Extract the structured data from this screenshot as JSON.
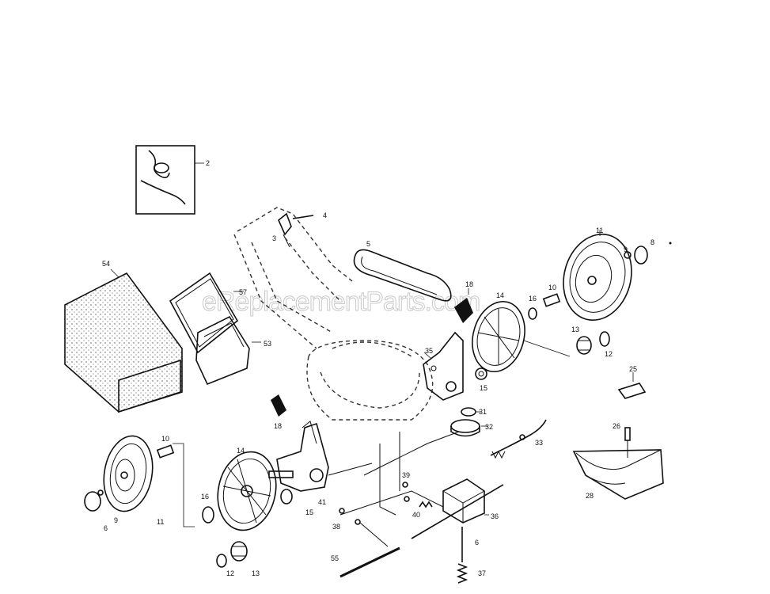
{
  "watermark": "eReplacementParts.com",
  "callouts": [
    {
      "id": "c2",
      "text": "2"
    },
    {
      "id": "c3",
      "text": "3"
    },
    {
      "id": "c4",
      "text": "4"
    },
    {
      "id": "c5",
      "text": "5"
    },
    {
      "id": "c54",
      "text": "54"
    },
    {
      "id": "c57",
      "text": "57"
    },
    {
      "id": "c53",
      "text": "53"
    },
    {
      "id": "c18a",
      "text": "18"
    },
    {
      "id": "c35",
      "text": "35"
    },
    {
      "id": "c15a",
      "text": "15"
    },
    {
      "id": "c31",
      "text": "31"
    },
    {
      "id": "c32",
      "text": "32"
    },
    {
      "id": "c33",
      "text": "33"
    },
    {
      "id": "c11a",
      "text": "11"
    },
    {
      "id": "c9a",
      "text": "9"
    },
    {
      "id": "c8",
      "text": "8"
    },
    {
      "id": "c10a",
      "text": "10"
    },
    {
      "id": "c16a",
      "text": "16"
    },
    {
      "id": "c14a",
      "text": "14"
    },
    {
      "id": "c13a",
      "text": "13"
    },
    {
      "id": "c12a",
      "text": "12"
    },
    {
      "id": "c25",
      "text": "25"
    },
    {
      "id": "c26",
      "text": "26"
    },
    {
      "id": "c28",
      "text": "28"
    },
    {
      "id": "c10b",
      "text": "10"
    },
    {
      "id": "c11b",
      "text": "11"
    },
    {
      "id": "c6a",
      "text": "6"
    },
    {
      "id": "c9b",
      "text": "9"
    },
    {
      "id": "c18b",
      "text": "18"
    },
    {
      "id": "c14b",
      "text": "14"
    },
    {
      "id": "c16b",
      "text": "16"
    },
    {
      "id": "c41",
      "text": "41"
    },
    {
      "id": "c15b",
      "text": "15"
    },
    {
      "id": "c12b",
      "text": "12"
    },
    {
      "id": "c13b",
      "text": "13"
    },
    {
      "id": "c39",
      "text": "39"
    },
    {
      "id": "c36",
      "text": "36"
    },
    {
      "id": "c40",
      "text": "40"
    },
    {
      "id": "c38",
      "text": "38"
    },
    {
      "id": "c6b",
      "text": "6"
    },
    {
      "id": "c37",
      "text": "37"
    },
    {
      "id": "c55",
      "text": "55"
    }
  ]
}
